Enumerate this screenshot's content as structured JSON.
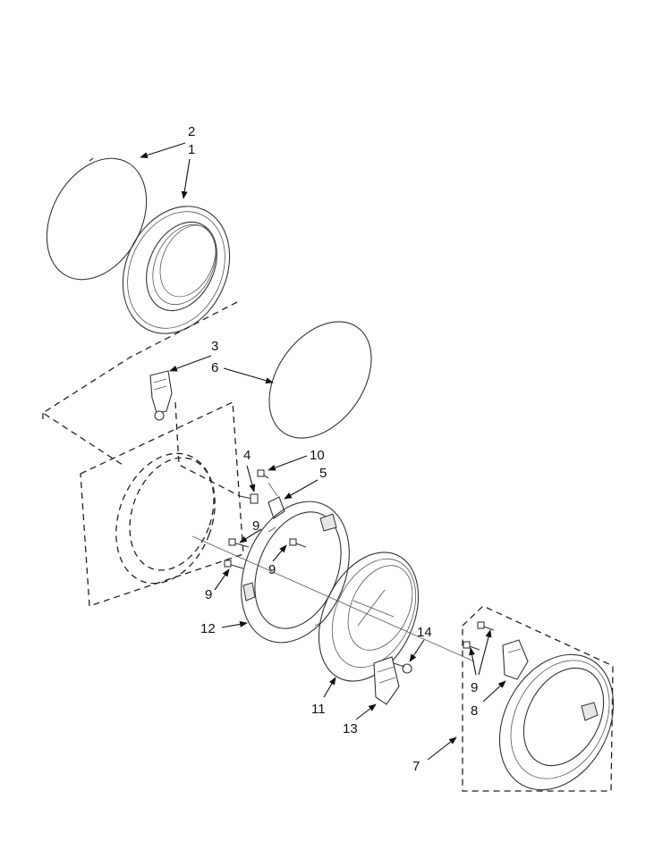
{
  "diagram": {
    "callouts": [
      {
        "id": "c2",
        "text": "2"
      },
      {
        "id": "c1",
        "text": "1"
      },
      {
        "id": "c3",
        "text": "3"
      },
      {
        "id": "c6",
        "text": "6"
      },
      {
        "id": "c4",
        "text": "4"
      },
      {
        "id": "c10",
        "text": "10"
      },
      {
        "id": "c5",
        "text": "5"
      },
      {
        "id": "c9a",
        "text": "9"
      },
      {
        "id": "c9b",
        "text": "9"
      },
      {
        "id": "c9c",
        "text": "9"
      },
      {
        "id": "c12",
        "text": "12"
      },
      {
        "id": "c14",
        "text": "14"
      },
      {
        "id": "c9d",
        "text": "9"
      },
      {
        "id": "c8",
        "text": "8"
      },
      {
        "id": "c11",
        "text": "11"
      },
      {
        "id": "c13",
        "text": "13"
      },
      {
        "id": "c7",
        "text": "7"
      }
    ]
  }
}
